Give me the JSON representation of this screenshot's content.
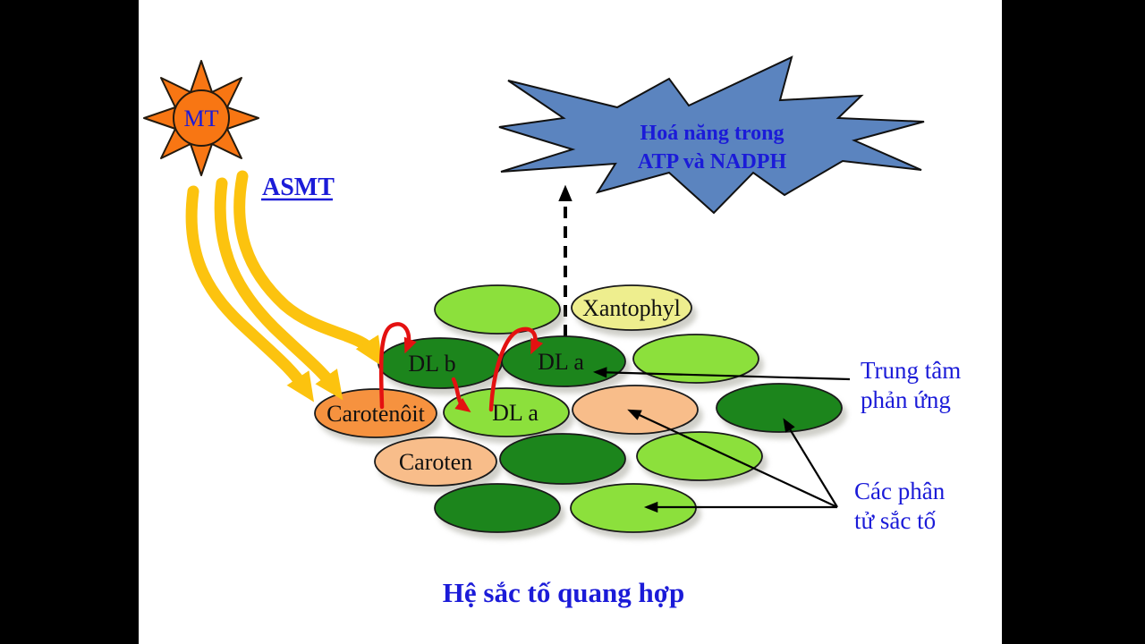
{
  "sun": {
    "label": "MT"
  },
  "asmt": {
    "label": "ASMT"
  },
  "burst": {
    "line1": "Hoá năng trong",
    "line2": "ATP và NADPH"
  },
  "pigments": {
    "xantophyl": "Xantophyl",
    "dl_b": "DL b",
    "dl_a_center": "DL a",
    "dl_a_light": "DL a",
    "carotenoit": "Carotenôit",
    "caroten": "Caroten"
  },
  "annotations": {
    "reaction_center": {
      "line1": "Trung tâm",
      "line2": "phản ứng"
    },
    "pigment_molecules": {
      "line1": "Các phân",
      "line2": "tử sắc tố"
    }
  },
  "title": "Hệ sắc tố quang hợp",
  "colors": {
    "light_green": "#8ce03c",
    "dark_green": "#1c851c",
    "orange": "#f6923f",
    "peach": "#f8bd8a",
    "pale_yellow": "#eeee8e",
    "burst_blue": "#5b84bf",
    "label_blue": "#1b1bd8",
    "sun_orange": "#f87613",
    "ray_yellow": "#fcc30f",
    "arrow_red": "#e41111"
  }
}
